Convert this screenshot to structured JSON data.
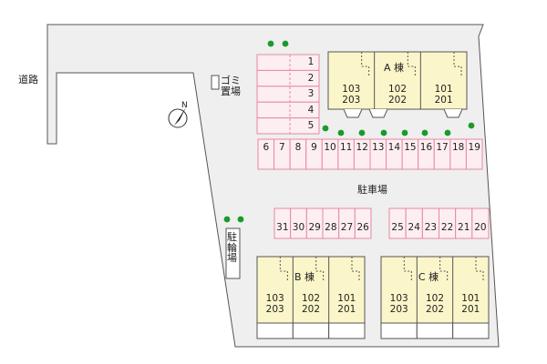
{
  "colors": {
    "ground": "#efefef",
    "outline": "#555555",
    "building": "#fbf6c9",
    "parking_fill": "#fdeef2",
    "parking_line": "#e58aa0",
    "tree": "#1a9a2a"
  },
  "road_label": "道路",
  "trash_label": "ゴミ\n置場",
  "bike_label": "駐\n輪\n場",
  "parking_label": "駐車場",
  "compass_letter": "N",
  "parking_spaces": {
    "upper_stack": [
      "1",
      "2",
      "3",
      "4",
      "5"
    ],
    "main_row": [
      "6",
      "7",
      "8",
      "9",
      "10",
      "11",
      "12",
      "13",
      "14",
      "15",
      "16",
      "17",
      "18",
      "19"
    ],
    "center_left": [
      "31",
      "30",
      "29",
      "28",
      "27",
      "26"
    ],
    "center_right": [
      "25",
      "24",
      "23",
      "22",
      "21",
      "20"
    ]
  },
  "buildings": [
    {
      "name": "A 棟",
      "units": [
        [
          "103",
          "203"
        ],
        [
          "102",
          "202"
        ],
        [
          "101",
          "201"
        ]
      ]
    },
    {
      "name": "B 棟",
      "units": [
        [
          "103",
          "203"
        ],
        [
          "102",
          "202"
        ],
        [
          "101",
          "201"
        ]
      ]
    },
    {
      "name": "C 棟",
      "units": [
        [
          "103",
          "203"
        ],
        [
          "102",
          "202"
        ],
        [
          "101",
          "201"
        ]
      ]
    }
  ]
}
